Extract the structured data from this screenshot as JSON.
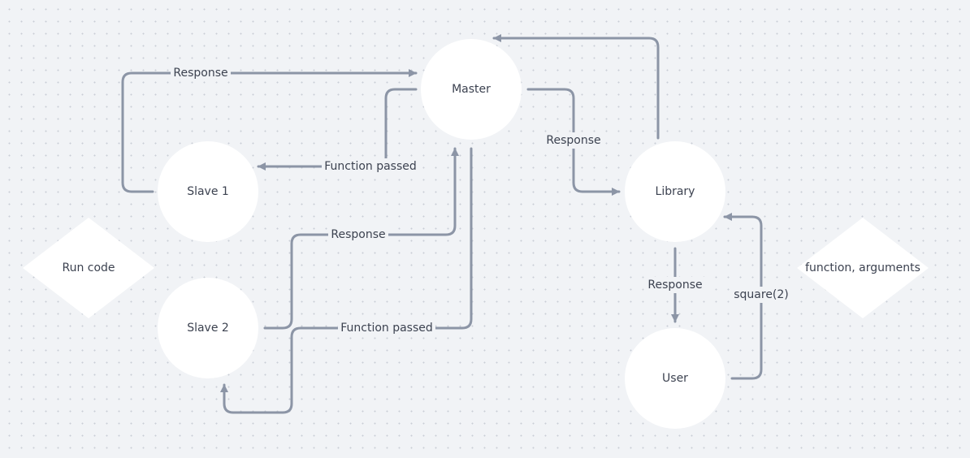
{
  "diagram": {
    "colors": {
      "edge": "#8c95a6",
      "node_fill": "#ffffff",
      "label_bg": "#f1f3f6",
      "text": "#3c4250"
    },
    "nodes": {
      "master": "Master",
      "slave1": "Slave 1",
      "slave2": "Slave 2",
      "library": "Library",
      "user": "User",
      "run_code": "Run code",
      "function_arguments": "function, arguments"
    },
    "edges": {
      "slave1_to_master": "Response",
      "master_to_slave1": "Function passed",
      "slave2_to_master": "Response",
      "master_to_slave2": "Function passed",
      "master_to_library": "Response",
      "library_to_user": "Response",
      "user_to_library": "square(2)"
    }
  }
}
